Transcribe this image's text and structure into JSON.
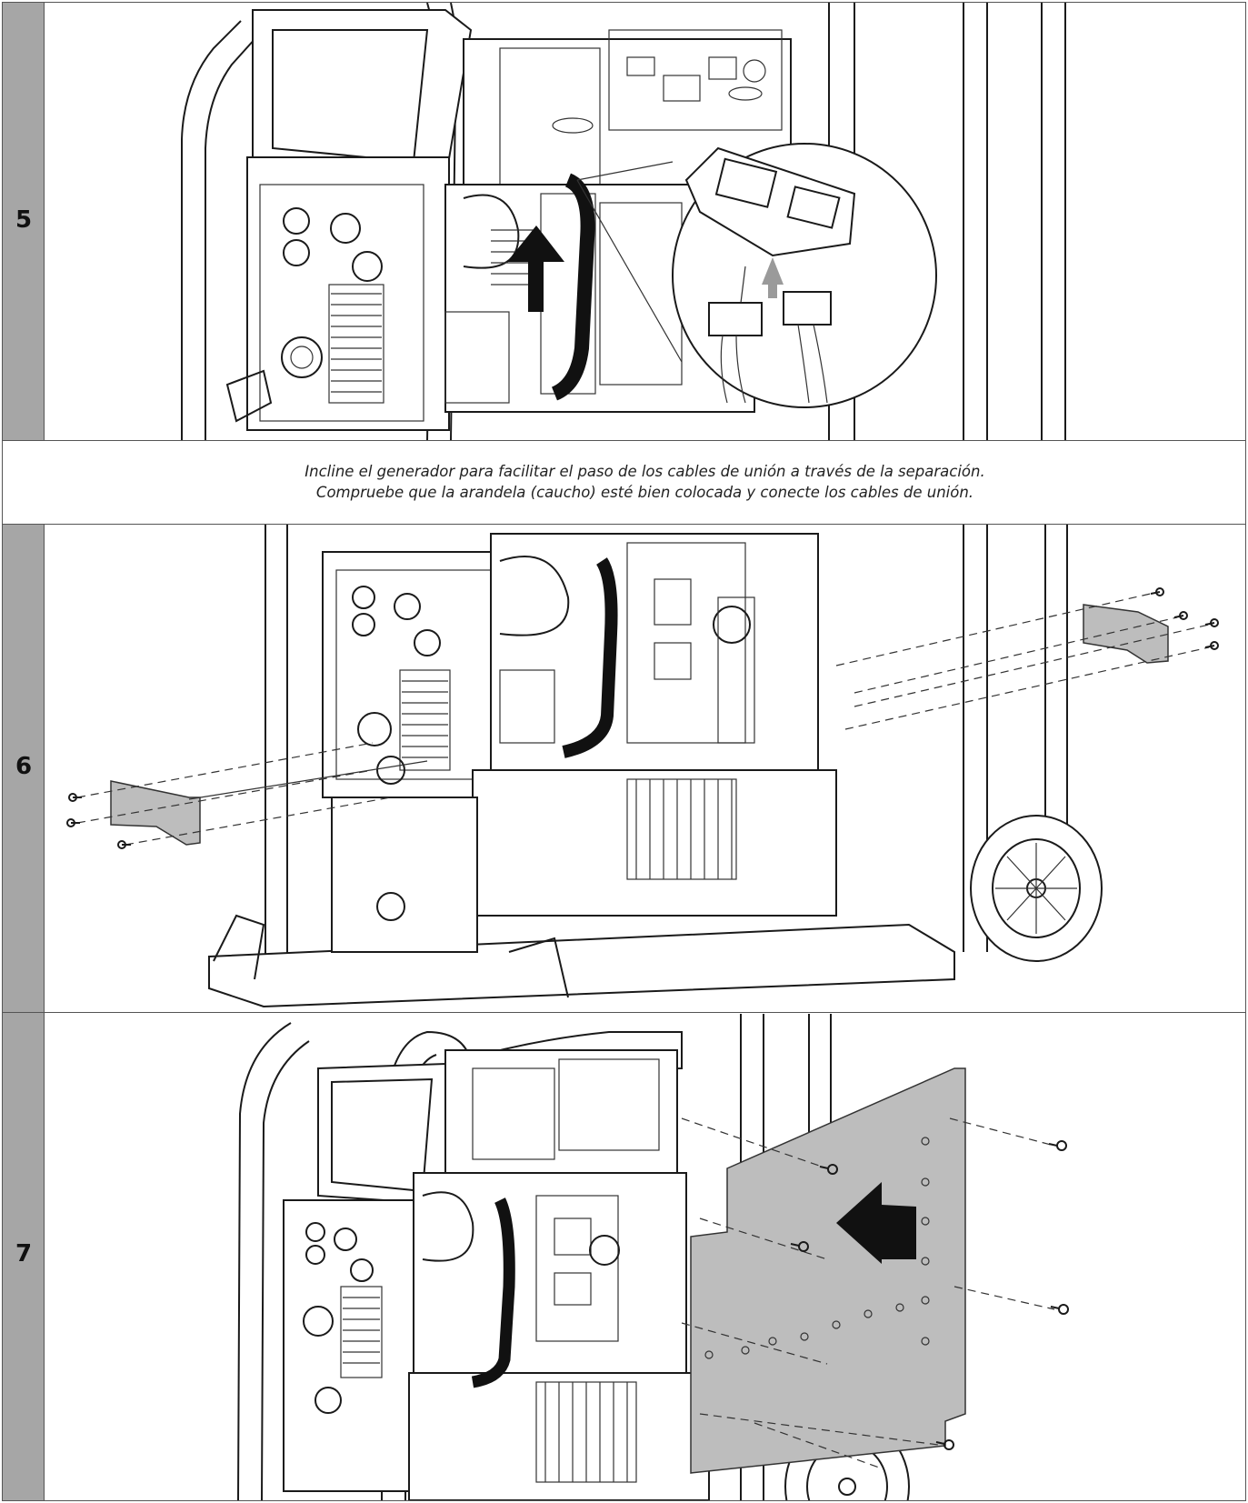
{
  "steps": [
    {
      "number": "5"
    },
    {
      "number": "6"
    },
    {
      "number": "7"
    }
  ],
  "caption": {
    "line1": "Incline el generador para facilitar el paso de los cables de unión a través de la separación.",
    "line2": "Compruebe que la arandela (caucho) esté bien colocada y conecte los cables de unión."
  },
  "colors": {
    "step_column": "#a6a6a6",
    "panel_plate": "#bdbdbd",
    "arrow": "#111111",
    "line_art": "#1a1a1a"
  }
}
